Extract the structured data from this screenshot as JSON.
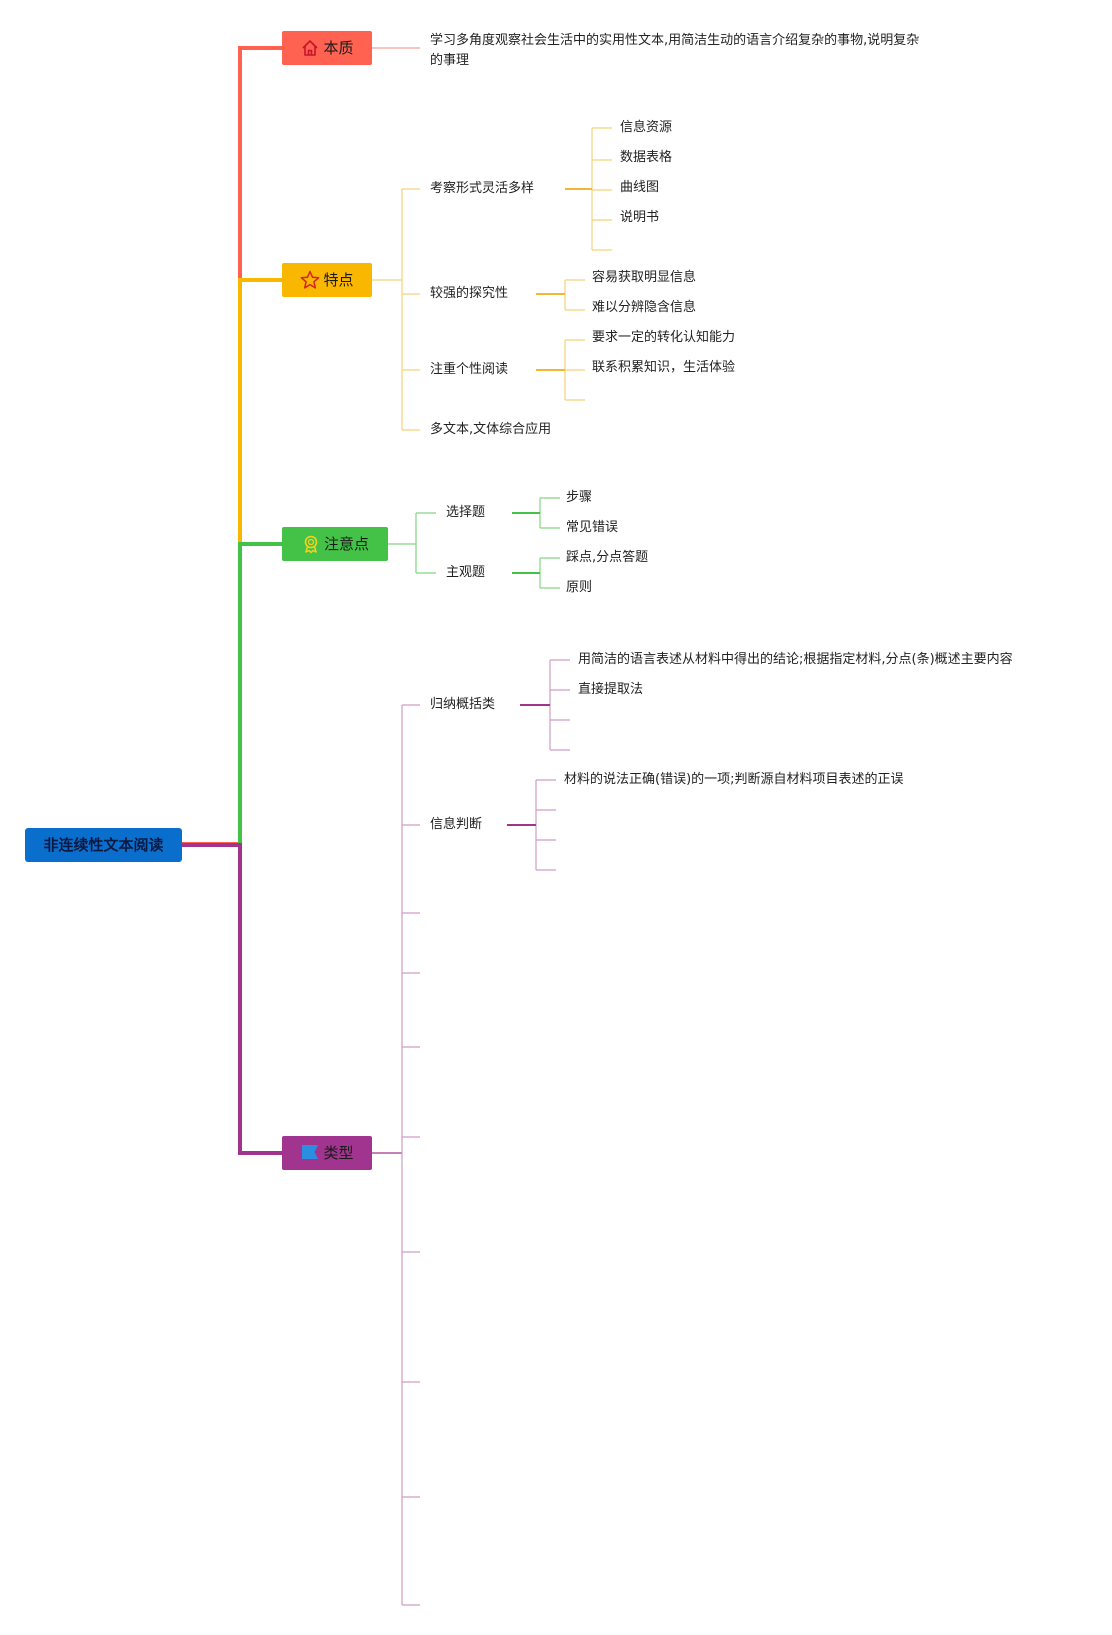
{
  "root": {
    "label": "非连续性文本阅读"
  },
  "branches": [
    {
      "label": "本质",
      "icon": "home-icon",
      "color": "#ff6251"
    },
    {
      "label": "特点",
      "icon": "star-icon",
      "color": "#f9b700"
    },
    {
      "label": "注意点",
      "icon": "award-icon",
      "color": "#44c247"
    },
    {
      "label": "类型",
      "icon": "flag-icon",
      "color": "#a0348e"
    }
  ],
  "essence": {
    "text": "学习多角度观察社会生活中的实用性文本,用简洁生动的语言介绍复杂的事物,说明复杂的事理"
  },
  "features": {
    "f1": {
      "label": "考察形式灵活多样",
      "children": [
        "信息资源",
        "数据表格",
        "曲线图",
        "说明书"
      ]
    },
    "f2": {
      "label": "较强的探究性",
      "children": [
        "容易获取明显信息",
        "难以分辨隐含信息"
      ]
    },
    "f3": {
      "label": "注重个性阅读",
      "children": [
        "要求一定的转化认知能力",
        "联系积累知识，生活体验"
      ]
    },
    "f4": {
      "label": "多文本,文体综合应用"
    }
  },
  "notes": {
    "n1": {
      "label": "选择题",
      "children": [
        "步骤",
        "常见错误"
      ]
    },
    "n2": {
      "label": "主观题",
      "children": [
        "踩点,分点答题",
        "原则"
      ]
    }
  },
  "types": {
    "t1": {
      "label": "归纳概括类",
      "children": [
        "用简洁的语言表述从材料中得出的结论;根据指定材料,分点(条)概述主要内容",
        "直接提取法"
      ]
    },
    "t2": {
      "label": "信息判断",
      "children": [
        "材料的说法正确(错误)的一项;判断源自材料项目表述的正误"
      ]
    }
  }
}
